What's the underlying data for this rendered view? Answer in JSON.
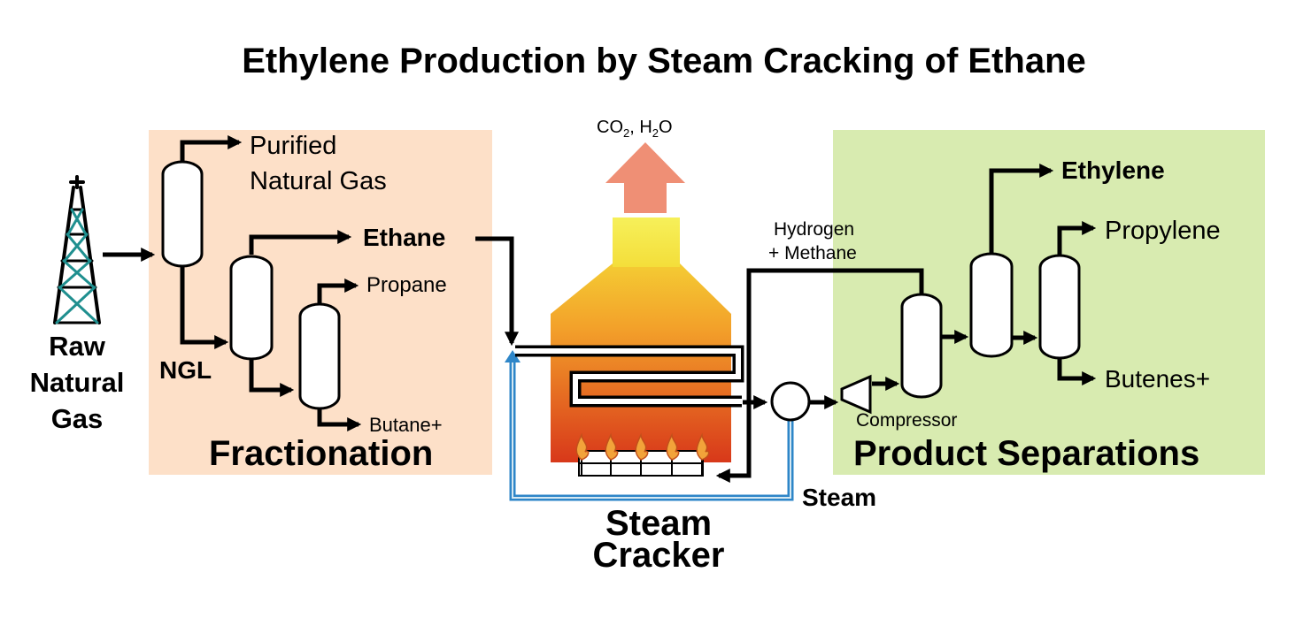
{
  "title": "Ethylene Production by Steam Cracking of Ethane",
  "colors": {
    "fractionation_panel": "#fde0c8",
    "separations_panel": "#d8ebb0",
    "tower": "#1f8f8f",
    "steam_line": "#3a6e8f",
    "exhaust_arrow": "#ef8f75"
  },
  "feed": {
    "label_line1": "Raw",
    "label_line2": "Natural",
    "label_line3": "Gas",
    "icon": "oil-derrick-icon"
  },
  "fractionation": {
    "title": "Fractionation",
    "ngl": "NGL",
    "purified_line1": "Purified",
    "purified_line2": "Natural Gas",
    "ethane": "Ethane",
    "propane": "Propane",
    "butane": "Butane+"
  },
  "cracker": {
    "title_line1": "Steam",
    "title_line2": "Cracker",
    "exhaust_prefix": "CO",
    "exhaust_sub1": "2",
    "exhaust_mid": ", H",
    "exhaust_sub2": "2",
    "exhaust_suffix": "O",
    "steam": "Steam",
    "hydrogen_line1": "Hydrogen",
    "hydrogen_line2": "+ Methane"
  },
  "separations": {
    "title": "Product Separations",
    "compressor": "Compressor",
    "ethylene": "Ethylene",
    "propylene": "Propylene",
    "butenes": "Butenes+"
  }
}
